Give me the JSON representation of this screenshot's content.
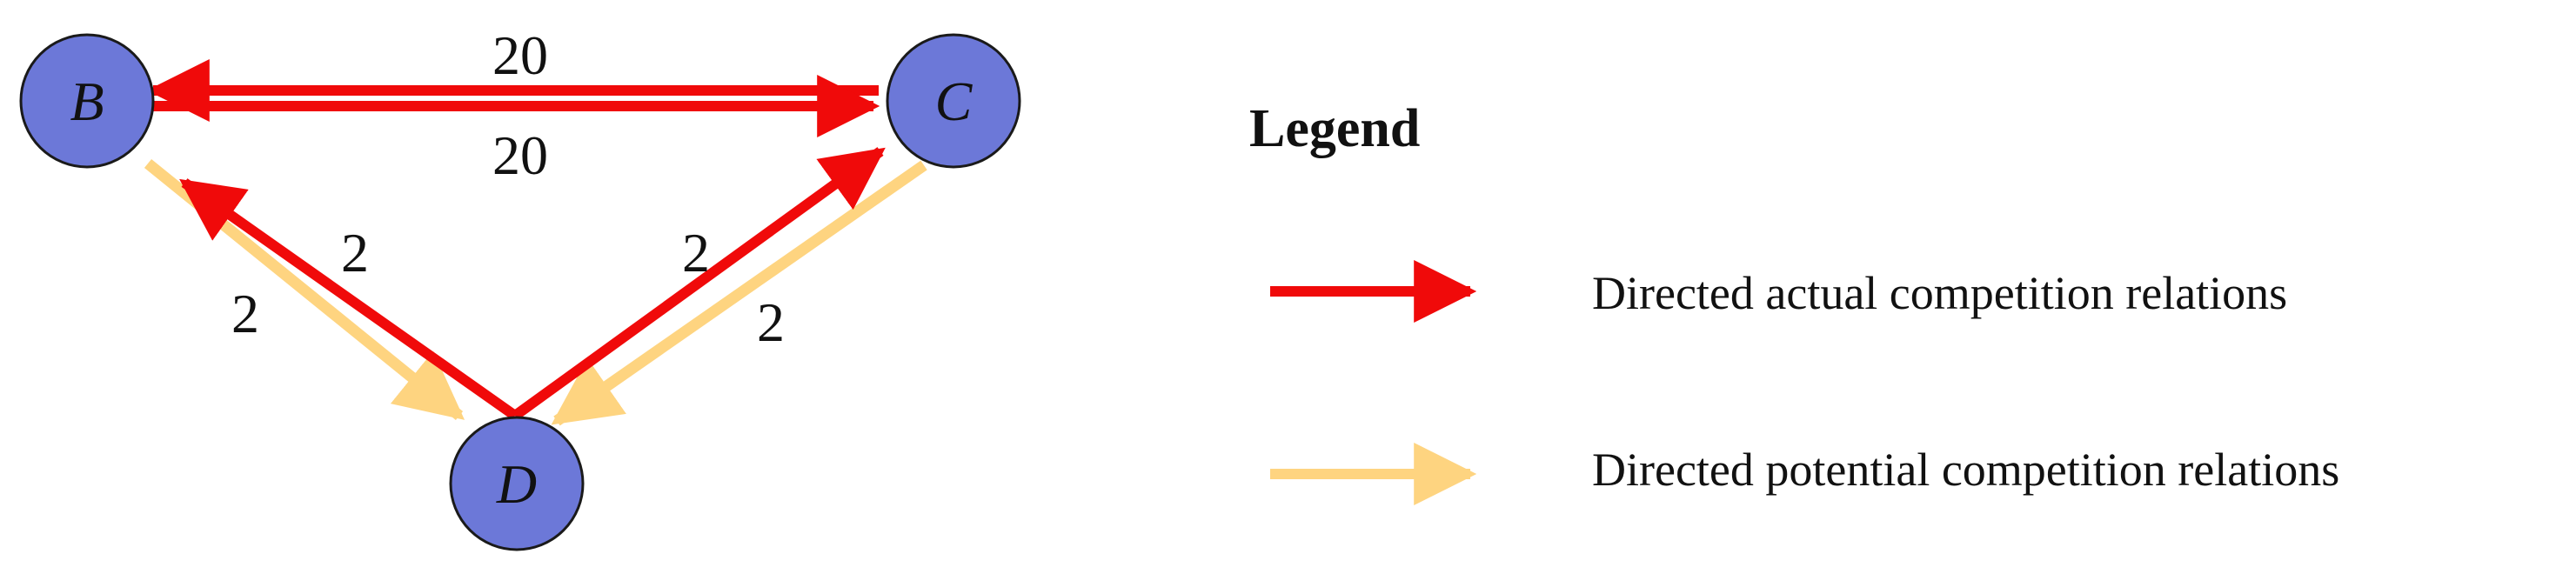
{
  "colors": {
    "actual": "#f00a0a",
    "potential": "#fed480",
    "node_fill": "#6c78d8",
    "node_stroke": "#1a1a1a"
  },
  "nodes": [
    {
      "id": "B",
      "label": "B"
    },
    {
      "id": "C",
      "label": "C"
    },
    {
      "id": "D",
      "label": "D"
    }
  ],
  "edges": [
    {
      "id": "c-to-b-actual",
      "from": "C",
      "to": "B",
      "kind": "actual",
      "label": "20"
    },
    {
      "id": "b-to-c-actual",
      "from": "B",
      "to": "C",
      "kind": "actual",
      "label": "20"
    },
    {
      "id": "d-to-b-actual",
      "from": "D",
      "to": "B",
      "kind": "actual",
      "label": "2"
    },
    {
      "id": "b-to-d-potential",
      "from": "B",
      "to": "D",
      "kind": "potential",
      "label": "2"
    },
    {
      "id": "d-to-c-actual",
      "from": "D",
      "to": "C",
      "kind": "actual",
      "label": "2"
    },
    {
      "id": "c-to-d-potential",
      "from": "C",
      "to": "D",
      "kind": "potential",
      "label": "2"
    }
  ],
  "legend": {
    "title": "Legend",
    "items": [
      {
        "kind": "actual",
        "label": "Directed actual competition relations"
      },
      {
        "kind": "potential",
        "label": "Directed potential competition relations"
      }
    ]
  }
}
